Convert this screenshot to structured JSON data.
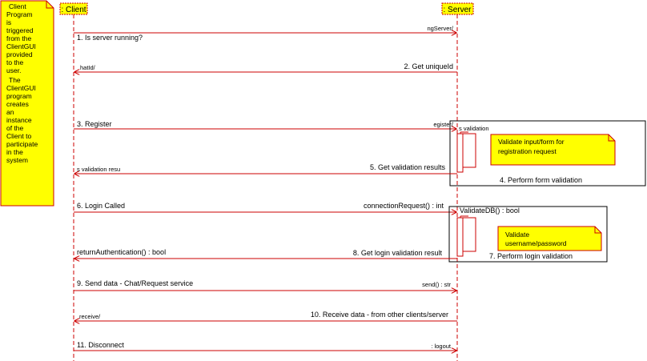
{
  "note": {
    "lines": [
      "Client",
      "Program",
      "is",
      "triggered",
      "from the",
      "ClientGUI",
      "provided",
      "to the",
      "user.",
      "The",
      "ClientGUI",
      "program",
      "creates",
      "an",
      "instance",
      "of the",
      "Client to",
      "participate",
      "in the",
      "system"
    ]
  },
  "lifelines": {
    "client": ": Client",
    "server": ": Server"
  },
  "messages": [
    {
      "id": "m1",
      "label": "1. Is server running?",
      "op": "ngServer/"
    },
    {
      "id": "m2",
      "label": "2. Get uniqueId",
      "op": "hatId/"
    },
    {
      "id": "m3",
      "label": "3. Register",
      "op": "egister/"
    },
    {
      "id": "m5",
      "label": "5. Get validation results",
      "op": "s validation resu"
    },
    {
      "id": "m6",
      "label": "6. Login Called",
      "op": "connectionRequest() : int"
    },
    {
      "id": "m8",
      "label": "8. Get login validation result",
      "op": "returnAuthentication() : bool"
    },
    {
      "id": "m9",
      "label": "9. Send data - Chat/Request service",
      "op": "send() : str"
    },
    {
      "id": "m10",
      "label": "10. Receive data - from other clients/server",
      "op": "receive/"
    },
    {
      "id": "m11",
      "label": "11. Disconnect",
      "op": ": logout"
    }
  ],
  "fragments": {
    "form": {
      "op": "s validation",
      "label": "4. Perform form validation",
      "note_lines": [
        "Validate input/form for",
        "registration request"
      ]
    },
    "login": {
      "op": "ValidateDB() : bool",
      "label": "7. Perform login validation",
      "note_lines": [
        "Validate",
        "username/password"
      ]
    }
  },
  "colors": {
    "line": "#cc0000",
    "note_fill": "#ffff00",
    "note_border": "#cc0000",
    "frame": "#000000"
  }
}
